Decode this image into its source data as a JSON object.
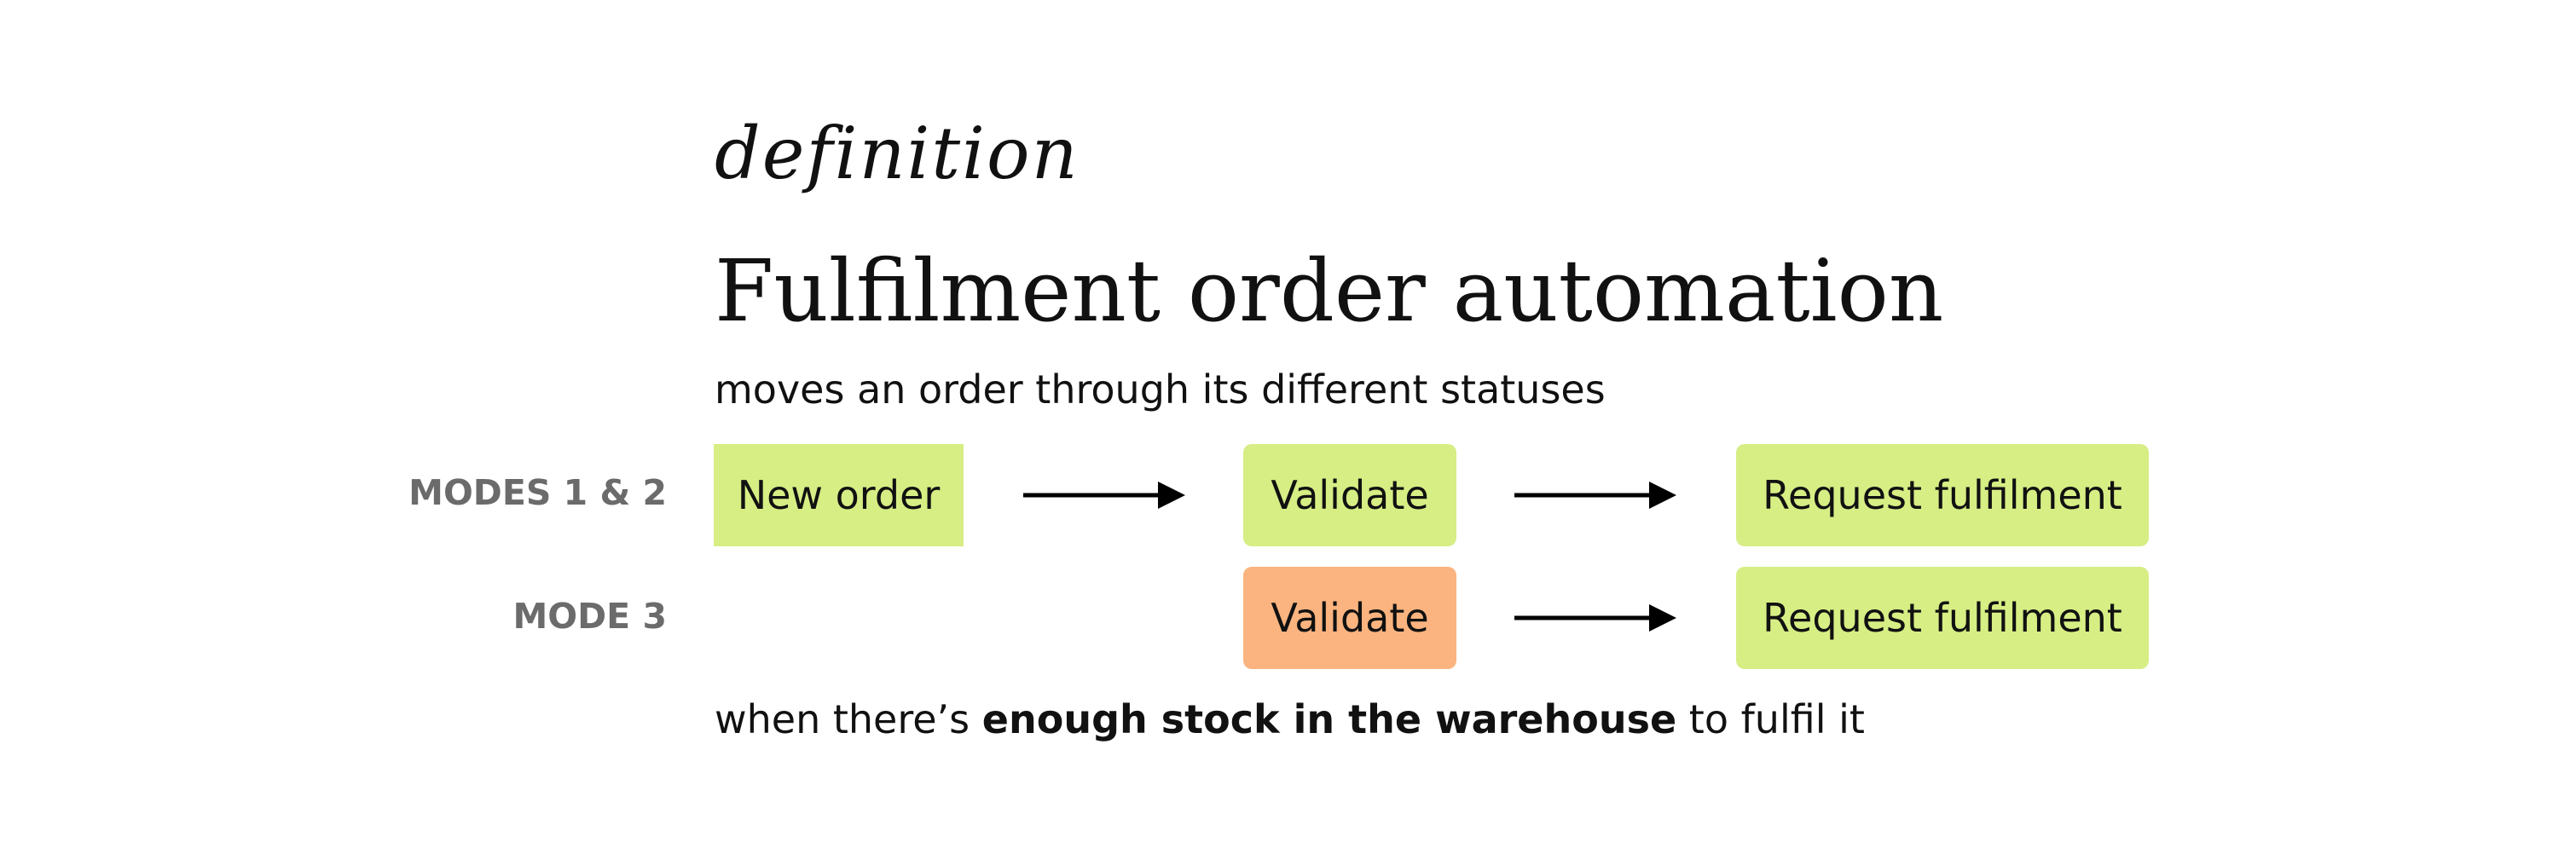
{
  "header": {
    "kicker": "definition",
    "title": "Fulfilment order automation",
    "subtitle": "moves an order through its different statuses"
  },
  "rows": [
    {
      "label": "MODES 1 & 2",
      "steps": [
        "New order",
        "Validate",
        "Request fulfilment"
      ]
    },
    {
      "label": "MODE 3",
      "steps": [
        "Validate",
        "Request fulfilment"
      ]
    }
  ],
  "footer": {
    "before": "when there’s ",
    "emphasis": "enough stock in the warehouse",
    "after": " to fulfil it"
  },
  "colors": {
    "green_step": "#d6ee84",
    "orange_step": "#fbb47f",
    "row_label": "#6b6b6b",
    "text": "#111111"
  }
}
